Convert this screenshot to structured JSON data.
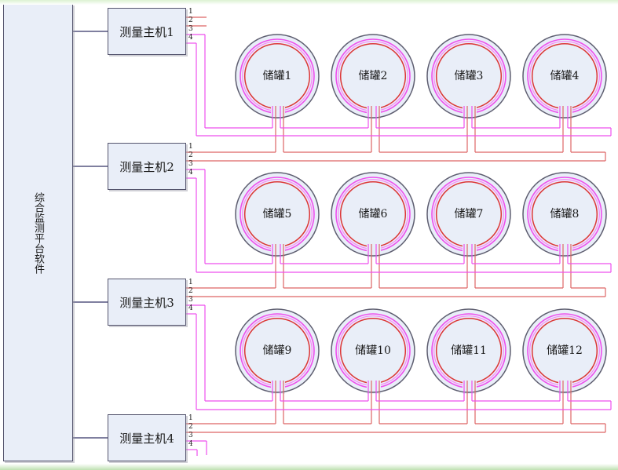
{
  "platform": {
    "label": "综合监测平台软件"
  },
  "hosts": [
    {
      "label": "测量主机1",
      "ports": [
        "1",
        "2",
        "3",
        "4"
      ]
    },
    {
      "label": "测量主机2",
      "ports": [
        "1",
        "2",
        "3",
        "4"
      ]
    },
    {
      "label": "测量主机3",
      "ports": [
        "1",
        "2",
        "3",
        "4"
      ]
    },
    {
      "label": "测量主机4",
      "ports": [
        "1",
        "2",
        "3",
        "4"
      ]
    }
  ],
  "tank_rows": [
    [
      "储罐1",
      "储罐2",
      "储罐3",
      "储罐4"
    ],
    [
      "储罐5",
      "储罐6",
      "储罐7",
      "储罐8"
    ],
    [
      "储罐9",
      "储罐10",
      "储罐11",
      "储罐12"
    ]
  ],
  "colors": {
    "box_fill": "#e9eef8",
    "box_border": "#53536c",
    "connector": "#333366",
    "tank_outline": "#5d5d6f",
    "magenta": "#ee4fee",
    "pink": "#f885f8",
    "red_ring": "#dc3636",
    "red_wire": "#dd6565",
    "green_top": "#dcf2d2",
    "green_bottom": "#bfe0b2",
    "text": "#1a1a1a"
  }
}
